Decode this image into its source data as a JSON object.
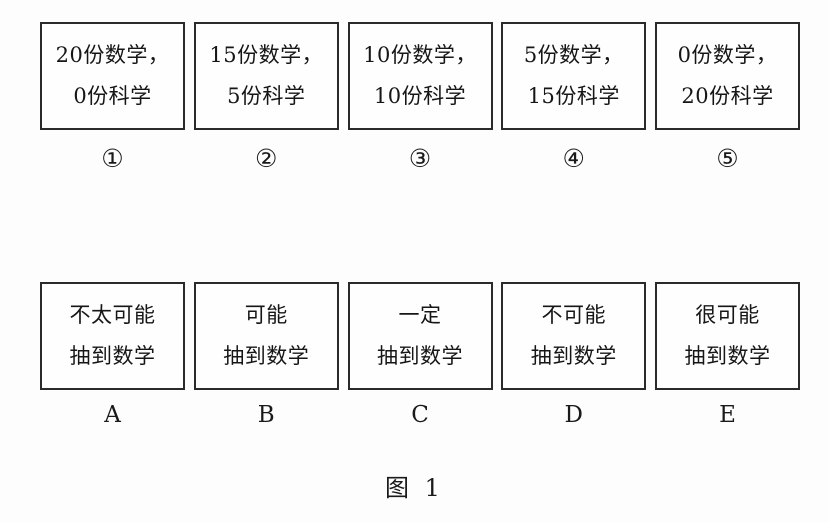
{
  "figure": {
    "caption": "图 1",
    "background_color": "#fdfdfd",
    "ink_color": "#1b1b1b"
  },
  "bags_row": {
    "items": [
      {
        "line1": "20份数学，",
        "line2": "0份科学",
        "marker": "①"
      },
      {
        "line1": "15份数学，",
        "line2": "5份科学",
        "marker": "②"
      },
      {
        "line1": "10份数学，",
        "line2": "10份科学",
        "marker": "③"
      },
      {
        "line1": "5份数学，",
        "line2": "15份科学",
        "marker": "④"
      },
      {
        "line1": "0份数学，",
        "line2": "20份科学",
        "marker": "⑤"
      }
    ]
  },
  "likelihood_row": {
    "items": [
      {
        "line1": "不太可能",
        "line2": "抽到数学",
        "marker": "A"
      },
      {
        "line1": "可能",
        "line2": "抽到数学",
        "marker": "B"
      },
      {
        "line1": "一定",
        "line2": "抽到数学",
        "marker": "C"
      },
      {
        "line1": "不可能",
        "line2": "抽到数学",
        "marker": "D"
      },
      {
        "line1": "很可能",
        "line2": "抽到数学",
        "marker": "E"
      }
    ]
  }
}
